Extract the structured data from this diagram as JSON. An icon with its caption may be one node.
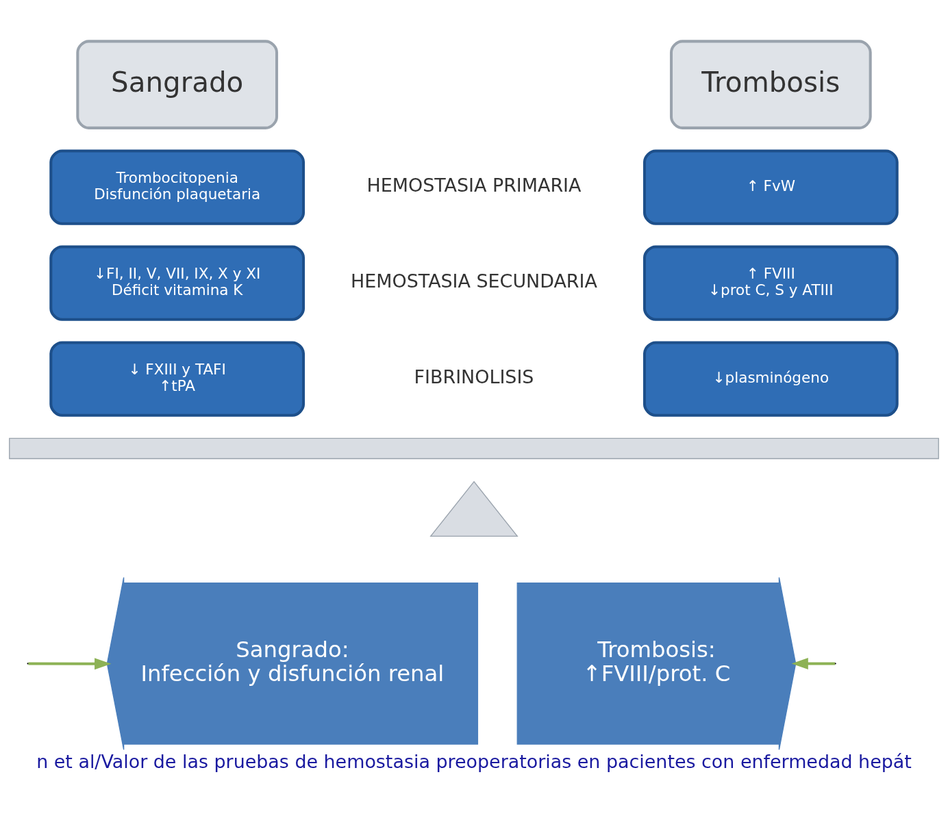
{
  "diagram": {
    "caption": "n et al/Valor de las pruebas de hemostasia preoperatorias en pacientes con enfermedad hepát",
    "nodes": [
      {
        "text": [
          "Sangrado"
        ]
      },
      {
        "text": [
          "Trombosis"
        ]
      },
      {
        "text": [
          "Trombocitopenia",
          "Disfunción plaquetaria"
        ]
      },
      {
        "text": [
          "↑ FvW"
        ]
      },
      {
        "text": [
          "↓FI, II, V, VII, IX, X y XI",
          "Déficit vitamina K"
        ]
      },
      {
        "text": [
          "↑ FVIII",
          "↓prot C, S y ATIII"
        ]
      },
      {
        "text": [
          "↓ FXIII y TAFI",
          "↑tPA"
        ]
      },
      {
        "text": [
          "↓plasminógeno"
        ]
      },
      {
        "text": [],
        "shape": "bar"
      },
      {
        "text": [],
        "shape": "triangle"
      },
      {
        "text": [
          "Sangrado:",
          "Infección y disfunción renal"
        ]
      },
      {
        "text": [
          "Trombosis:",
          "↑FVIII/prot. C"
        ]
      }
    ],
    "edges": [
      {
        "from": null,
        "to": 10,
        "arrow": "to"
      },
      {
        "from": null,
        "to": 11,
        "arrow": "to"
      }
    ],
    "labels": [
      "HEMOSTASIA PRIMARIA",
      "HEMOSTASIA SECUNDARIA",
      "FIBRINOLISIS"
    ]
  }
}
